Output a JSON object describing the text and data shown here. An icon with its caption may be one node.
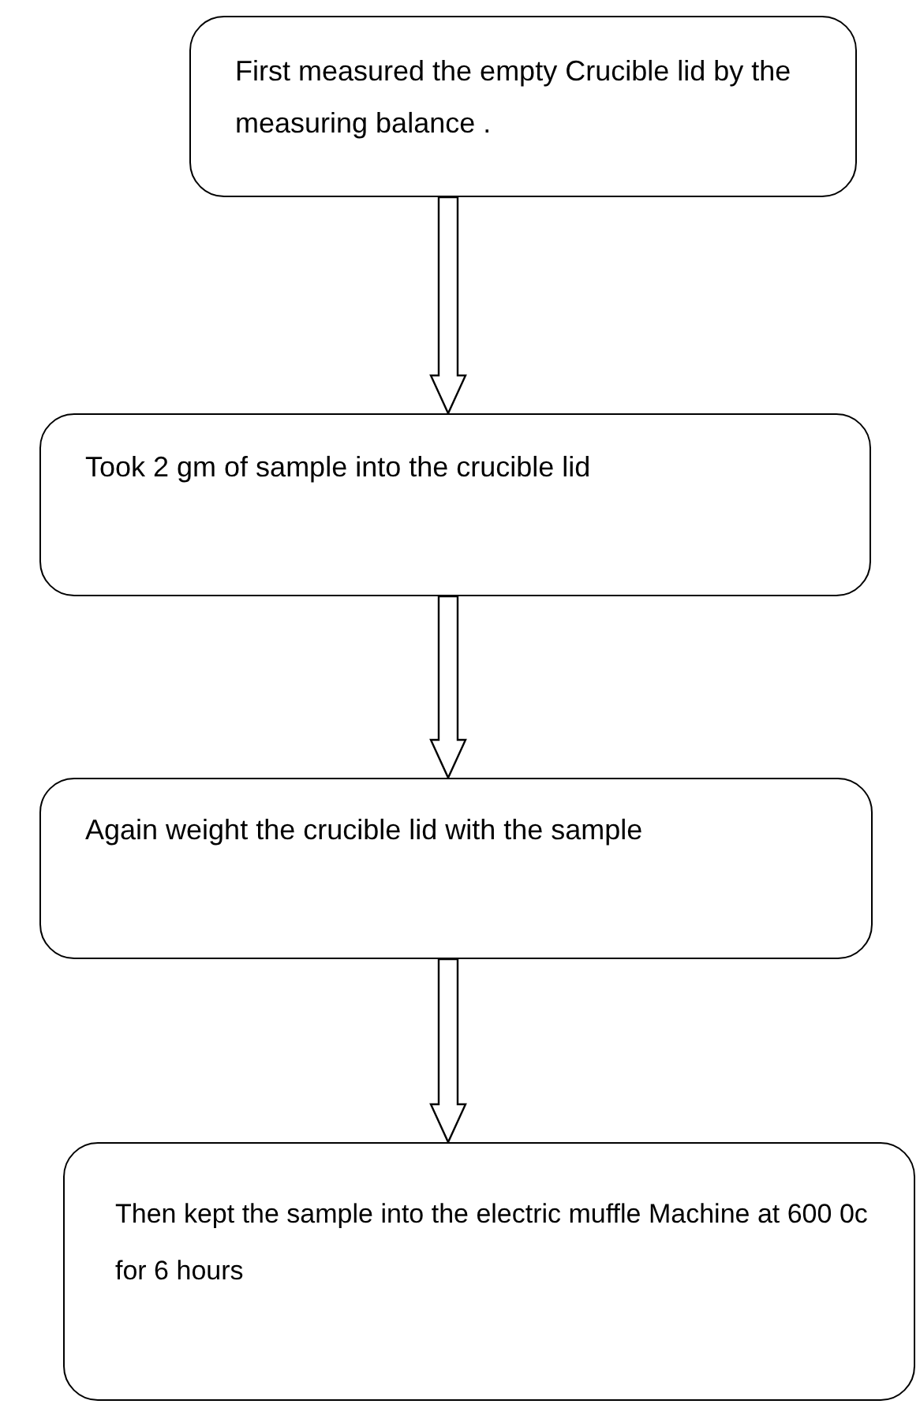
{
  "diagram": {
    "nodes": [
      {
        "text": [
          "First measured the empty Crucible lid by the measuring balance ."
        ]
      },
      {
        "text": [
          "Took 2 gm of sample into the crucible lid"
        ]
      },
      {
        "text": [
          "Again weight the crucible lid with the sample"
        ]
      },
      {
        "text": [
          "Then kept the sample into the electric muffle Machine at 600 0c for 6 hours"
        ]
      }
    ],
    "edges": [
      {
        "from": 0,
        "to": 1,
        "arrow": "to"
      },
      {
        "from": 1,
        "to": 2,
        "arrow": "to"
      },
      {
        "from": 2,
        "to": 3,
        "arrow": "to"
      }
    ]
  }
}
